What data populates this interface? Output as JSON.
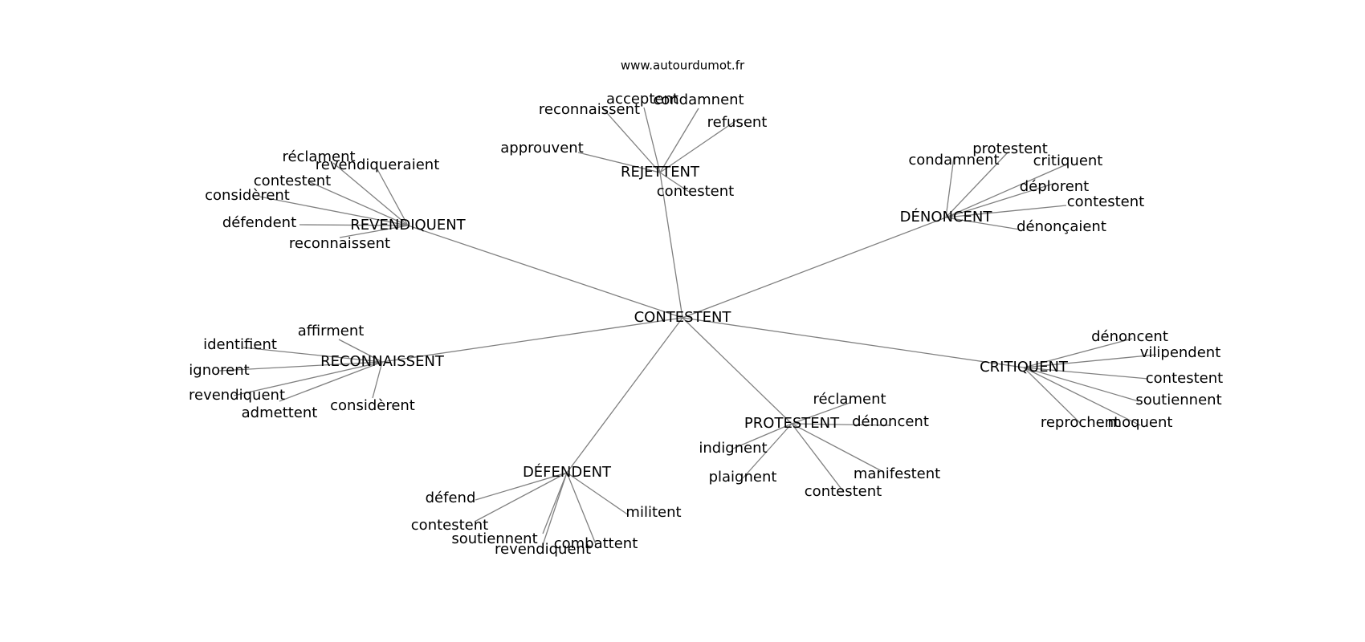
{
  "watermark": "www.autourdumot.fr",
  "center": "CONTESTENT",
  "hubs": [
    {
      "label": "REJETTENT",
      "words": [
        "acceptent",
        "condamnent",
        "reconnaissent",
        "refusent",
        "approuvent",
        "contestent"
      ]
    },
    {
      "label": "REVENDIQUENT",
      "words": [
        "réclament",
        "revendiqueraient",
        "contestent",
        "considèrent",
        "défendent",
        "reconnaissent"
      ]
    },
    {
      "label": "DÉNONCENT",
      "words": [
        "protestent",
        "condamnent",
        "critiquent",
        "déplorent",
        "contestent",
        "dénonçaient"
      ]
    },
    {
      "label": "RECONNAISSENT",
      "words": [
        "affirment",
        "identifient",
        "ignorent",
        "revendiquent",
        "admettent",
        "considèrent"
      ]
    },
    {
      "label": "CRITIQUENT",
      "words": [
        "dénoncent",
        "vilipendent",
        "contestent",
        "soutiennent",
        "reprochent",
        "moquent"
      ]
    },
    {
      "label": "PROTESTENT",
      "words": [
        "réclament",
        "dénoncent",
        "indignent",
        "plaignent",
        "manifestent",
        "contestent"
      ]
    },
    {
      "label": "DÉFENDENT",
      "words": [
        "défend",
        "militent",
        "contestent",
        "soutiennent",
        "combattent",
        "revendiquent"
      ]
    }
  ]
}
